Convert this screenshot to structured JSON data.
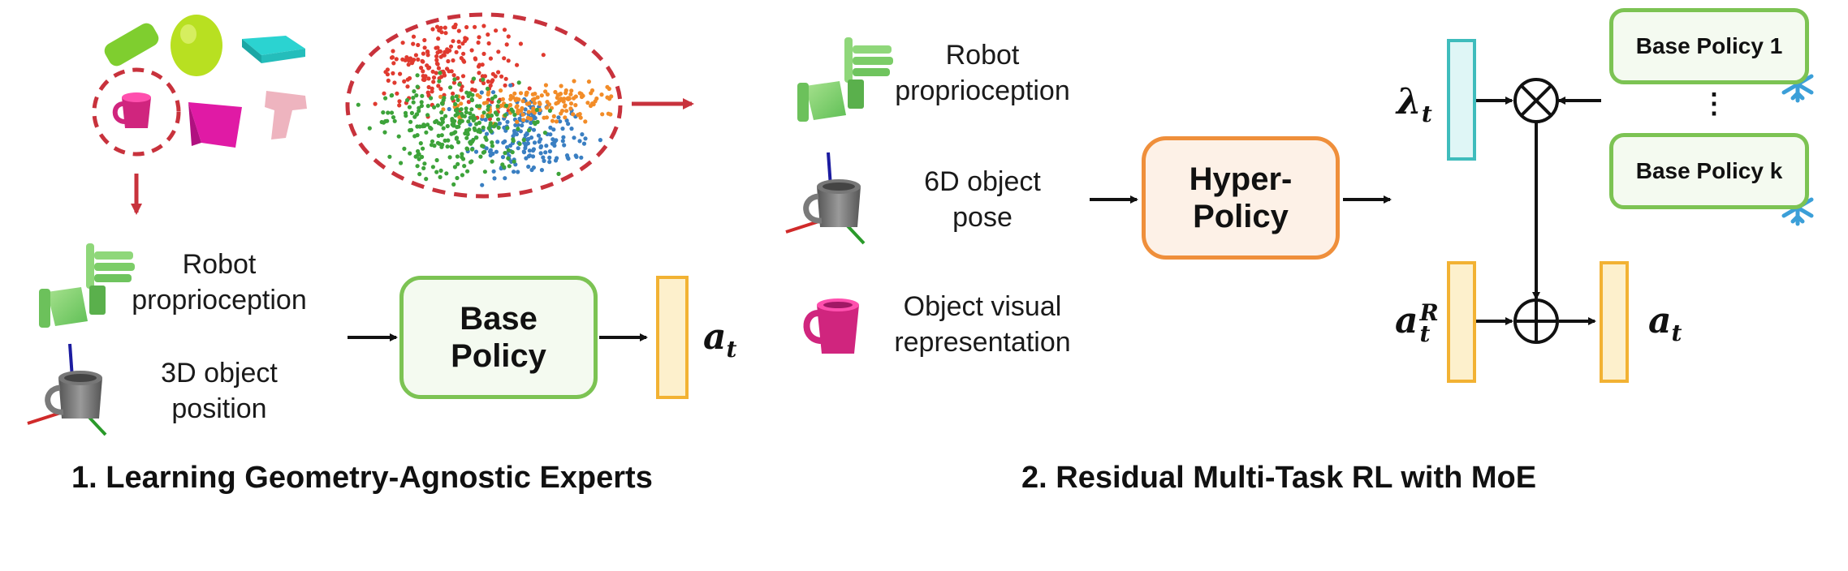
{
  "left": {
    "inputs": {
      "proprioception": "Robot\nproprioception",
      "object_position": "3D object\nposition"
    },
    "policy_label": "Base\nPolicy",
    "output_symbol": "a",
    "output_sub": "t",
    "caption": "1. Learning Geometry-Agnostic Experts"
  },
  "right": {
    "inputs": {
      "proprioception": "Robot\nproprioception",
      "object_pose": "6D object\npose",
      "visual": "Object visual\nrepresentation"
    },
    "hyper_policy_label": "Hyper-\nPolicy",
    "lambda_symbol": "λ",
    "lambda_sub": "t",
    "residual_symbol": "a",
    "residual_sup": "R",
    "residual_sub": "t",
    "output_symbol": "a",
    "output_sub": "t",
    "base_policy_1": "Base Policy 1",
    "base_policy_k": "Base Policy k",
    "ellipsis": "⋮",
    "caption": "2. Residual Multi-Task RL with MoE"
  },
  "colors": {
    "green_border": "#7cc353",
    "orange_border": "#ef8f3b",
    "yellow_bar": "#f2b233",
    "cyan_bar": "#3fbcbc",
    "red_accent": "#c8323c",
    "cluster_red": "#e03a2f",
    "cluster_green": "#3da33a",
    "cluster_orange": "#f28c28",
    "cluster_blue": "#3a7fc2"
  },
  "icons": [
    "robot-hand-icon",
    "mug-with-axes-icon",
    "magenta-mug-icon",
    "snowflake-icon",
    "multiply-circle-icon",
    "plus-circle-icon"
  ]
}
